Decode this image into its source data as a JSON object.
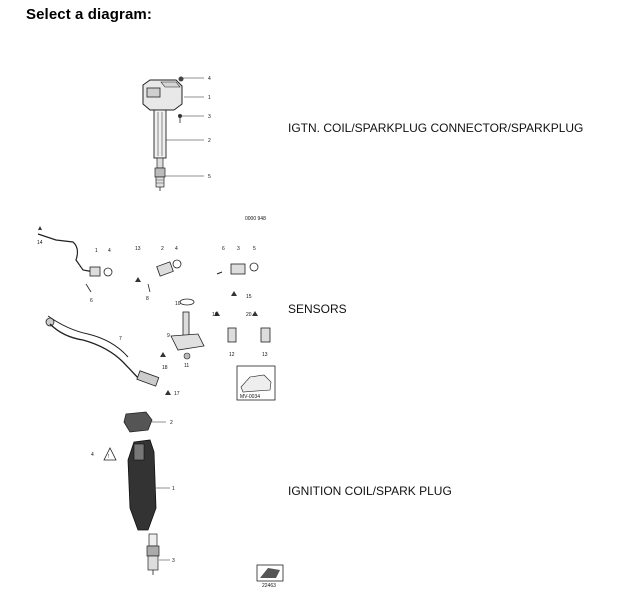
{
  "page": {
    "title": "Select a diagram:"
  },
  "diagrams": [
    {
      "label": "IGTN. COIL/SPARKPLUG CONNECTOR/SPARKPLUG",
      "callouts": [
        "4",
        "1",
        "3",
        "2",
        "5"
      ]
    },
    {
      "label": "SENSORS",
      "code": "0000 948",
      "callouts": [
        "14",
        "1",
        "4",
        "6",
        "13",
        "2",
        "4",
        "8",
        "6",
        "3",
        "5",
        "15",
        "7",
        "10",
        "9",
        "18",
        "11",
        "19",
        "20",
        "12",
        "13",
        "17"
      ],
      "inset_code": "MV-0034"
    },
    {
      "label": "IGNITION COIL/SPARK PLUG",
      "callouts": [
        "2",
        "4",
        "1",
        "3"
      ],
      "stamp_code": "22463"
    }
  ]
}
